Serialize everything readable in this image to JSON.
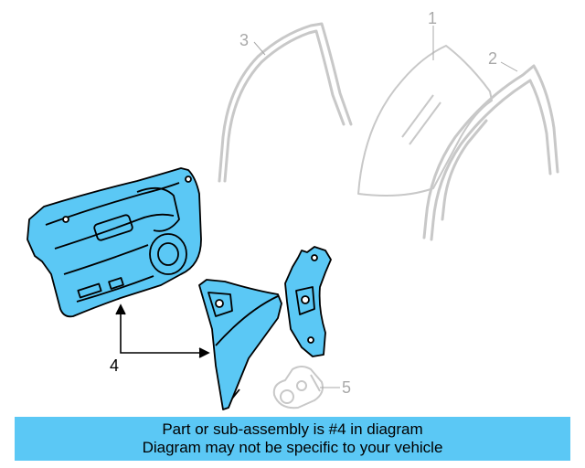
{
  "callouts": {
    "c1": "1",
    "c2": "2",
    "c3": "3",
    "c4": "4",
    "c5": "5"
  },
  "banner": {
    "line1": "Part or sub-assembly is #4 in diagram",
    "line2": "Diagram may not be specific to your vehicle"
  },
  "colors": {
    "highlight": "#5bc8f5",
    "banner": "#5bc8f5",
    "faded_line": "#c8c8c8",
    "outline": "#000000"
  }
}
